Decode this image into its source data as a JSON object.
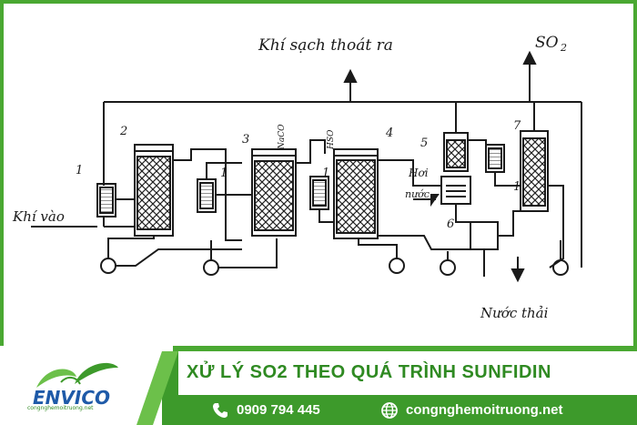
{
  "diagram": {
    "labels": {
      "clean_gas_out": "Khí sạch thoát ra",
      "so2": "SO",
      "so2_sub": "2",
      "gas_in": "Khí vào",
      "steam": "Hơi",
      "water": "nước",
      "waste_water": "Nước thải",
      "na2co3": "NaCO",
      "h2so4": "HSO"
    },
    "unit_numbers": {
      "u1a": "1",
      "u2": "2",
      "u1b": "1",
      "u3": "3",
      "u1c": "1",
      "u4": "4",
      "u5": "5",
      "u1d": "1",
      "u7": "7",
      "u6": "6"
    }
  },
  "footer": {
    "title": "XỬ LÝ SO2 THEO QUÁ TRÌNH SUNFIDIN",
    "phone": "0909 794 445",
    "website": "congnghemoitruong.net",
    "logo_text": "ENVICO",
    "logo_sub": "congnghemoitruong.net"
  },
  "colors": {
    "brand_green": "#3d9a2b",
    "title_green": "#2f8a22"
  }
}
